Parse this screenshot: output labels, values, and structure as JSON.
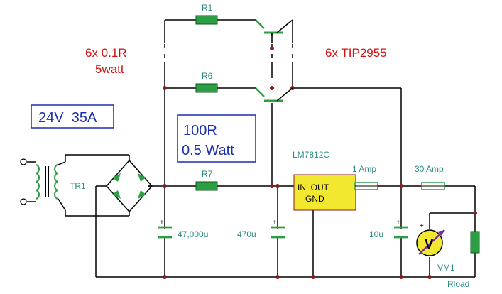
{
  "annotations": {
    "resistor_spec_line1": "6x 0.1R",
    "resistor_spec_line2": "5watt",
    "transistor_spec": "6x TIP2955",
    "supply_rating": "24V  35A",
    "r7_spec_line1": "100R",
    "r7_spec_line2": "0.5 Watt"
  },
  "components": {
    "r1": "R1",
    "r6": "R6",
    "r7": "R7",
    "tr1": "TR1",
    "regulator_name": "LM7812C",
    "regulator_in_out": "IN  OUT",
    "regulator_gnd": "GND",
    "fuse1": "1 Amp",
    "fuse2": "30 Amp",
    "cap1": "47,000u",
    "cap2": "470u",
    "cap3": "10u",
    "meter": "VM1",
    "meter_symbol": "V",
    "load": "Rload"
  },
  "colors": {
    "wire": "#000000",
    "component_green": "#2e9e44",
    "red_text": "#d01010",
    "label_teal": "#2a8a80",
    "regulator_fill": "#f2e830",
    "annotation_blue": "#1a2eb0",
    "meter_needle": "#7a2aa0",
    "node": "#8b1a1a"
  }
}
